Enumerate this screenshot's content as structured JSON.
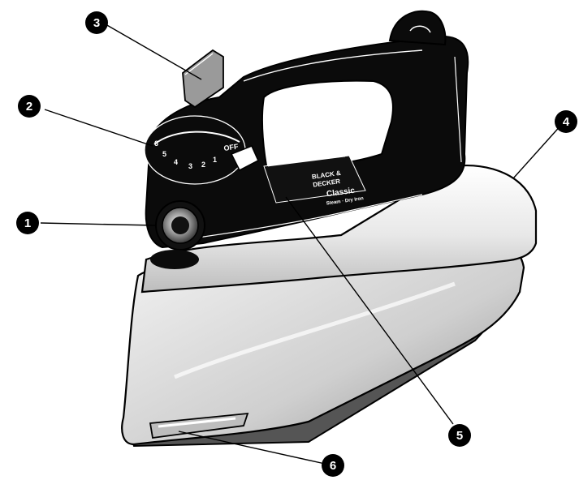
{
  "callouts": [
    {
      "id": 1,
      "label": "1"
    },
    {
      "id": 2,
      "label": "2"
    },
    {
      "id": 3,
      "label": "3"
    },
    {
      "id": 4,
      "label": "4"
    },
    {
      "id": 5,
      "label": "5"
    },
    {
      "id": 6,
      "label": "6"
    }
  ],
  "dial": {
    "marks": [
      "OFF",
      "1",
      "2",
      "3",
      "4",
      "5",
      "6"
    ]
  },
  "badge": {
    "brand_line1": "BLACK &",
    "brand_line2": "DECKER",
    "model": "Classic",
    "subtitle": "Steam · Dry Iron"
  },
  "colors": {
    "body": "#0b0b0b",
    "soleplate": "#d9d9d9",
    "outline": "#000000"
  }
}
